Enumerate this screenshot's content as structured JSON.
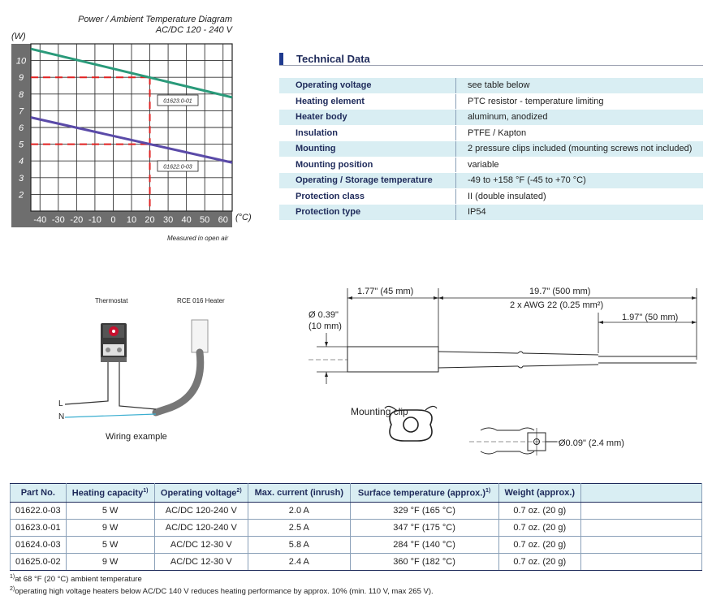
{
  "chart_data": {
    "type": "line",
    "title": "Power / Ambient Temperature Diagram",
    "subtitle": "AC/DC 120 - 240 V",
    "ylabel": "(W)",
    "xlabel": "(°C)",
    "note": "Measured in open air",
    "x_ticks": [
      "-40",
      "-30",
      "-20",
      "-10",
      "0",
      "10",
      "20",
      "30",
      "40",
      "50",
      "60"
    ],
    "y_ticks": [
      "2",
      "3",
      "4",
      "5",
      "6",
      "7",
      "8",
      "9",
      "10"
    ],
    "xlim": [
      -45,
      65
    ],
    "ylim": [
      1,
      11
    ],
    "grid": true,
    "series": [
      {
        "name": "01623.0-01",
        "color": "#2a9a7a",
        "x": [
          -45,
          65
        ],
        "y": [
          10.7,
          7.8
        ]
      },
      {
        "name": "01622.0-03",
        "color": "#5a4aa8",
        "x": [
          -45,
          65
        ],
        "y": [
          6.6,
          3.9
        ]
      }
    ],
    "reference_points": [
      {
        "x": 20,
        "y": 9
      },
      {
        "x": 20,
        "y": 5
      }
    ],
    "ref_color": "#e02020"
  },
  "technical": {
    "title": "Technical Data",
    "rows": [
      {
        "k": "Operating voltage",
        "v": "see table below"
      },
      {
        "k": "Heating element",
        "v": "PTC resistor - temperature limiting"
      },
      {
        "k": "Heater body",
        "v": "aluminum, anodized"
      },
      {
        "k": "Insulation",
        "v": "PTFE / Kapton"
      },
      {
        "k": "Mounting",
        "v": "2 pressure clips included (mounting screws not included)"
      },
      {
        "k": "Mounting position",
        "v": "variable"
      },
      {
        "k": "Operating / Storage temperature",
        "v": "-49 to +158 °F (-45 to +70 °C)"
      },
      {
        "k": "Protection class",
        "v": "II (double insulated)"
      },
      {
        "k": "Protection type",
        "v": "IP54"
      }
    ]
  },
  "wiring": {
    "thermostat_label": "Thermostat",
    "heater_label": "RCE 016 Heater",
    "line_L": "L",
    "line_N": "N",
    "caption": "Wiring example"
  },
  "dimensions": {
    "body_length": "1.77\" (45 mm)",
    "total_length": "19.7\" (500 mm)",
    "wire": "2 x AWG 22 (0.25 mm²)",
    "wire_end": "1.97\" (50 mm)",
    "diameter_in": "Ø 0.39\"",
    "diameter_mm": "(10 mm)",
    "clip_label": "Mounting clip",
    "hole": "Ø0.09\" (2.4 mm)"
  },
  "parts": {
    "headers": [
      "Part No.",
      "Heating capacity",
      "Operating voltage",
      "Max. current (inrush)",
      "Surface temperature (approx.)",
      "Weight (approx.)"
    ],
    "header_sup": [
      "",
      "1)",
      "2)",
      "",
      "1)",
      ""
    ],
    "rows": [
      [
        "01622.0-03",
        "5 W",
        "AC/DC 120-240 V",
        "2.0 A",
        "329 °F (165 °C)",
        "0.7 oz. (20 g)"
      ],
      [
        "01623.0-01",
        "9 W",
        "AC/DC 120-240 V",
        "2.5 A",
        "347 °F (175 °C)",
        "0.7 oz. (20 g)"
      ],
      [
        "01624.0-03",
        "5 W",
        "AC/DC 12-30 V",
        "5.8 A",
        "284 °F (140 °C)",
        "0.7 oz. (20 g)"
      ],
      [
        "01625.0-02",
        "9 W",
        "AC/DC 12-30 V",
        "2.4 A",
        "360 °F (182 °C)",
        "0.7 oz. (20 g)"
      ]
    ]
  },
  "footnotes": {
    "fn1_mark": "1)",
    "fn1": "at 68 °F (20 °C) ambient temperature",
    "fn2_mark": "2)",
    "fn2": "operating high voltage heaters below AC/DC 140 V reduces heating performance by approx. 10% (min. 110 V, max 265 V)."
  }
}
